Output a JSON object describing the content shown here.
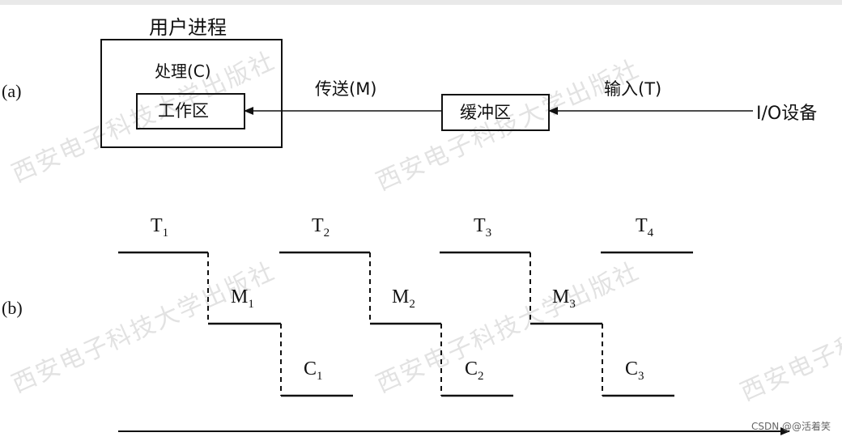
{
  "part_a": {
    "label": "(a)",
    "user_process_title": "用户进程",
    "processing_label": "处理(C)",
    "work_area_label": "工作区",
    "transfer_label": "传送(M)",
    "buffer_label": "缓冲区",
    "input_label": "输入(T)",
    "io_device_label": "I/O设备"
  },
  "part_b": {
    "label": "(b)",
    "stages": [
      {
        "t": "T",
        "t_sub": "1",
        "m": "M",
        "m_sub": "1",
        "c": "C",
        "c_sub": "1"
      },
      {
        "t": "T",
        "t_sub": "2",
        "m": "M",
        "m_sub": "2",
        "c": "C",
        "c_sub": "2"
      },
      {
        "t": "T",
        "t_sub": "3",
        "m": "M",
        "m_sub": "3",
        "c": "C",
        "c_sub": "3"
      },
      {
        "t": "T",
        "t_sub": "4"
      }
    ]
  },
  "watermark_text": "西安电子科技大学出版社",
  "footer_credit": "CSDN @@活着笑",
  "colors": {
    "ink": "#111111",
    "watermark": "#d7d7d7",
    "background": "#ffffff"
  }
}
